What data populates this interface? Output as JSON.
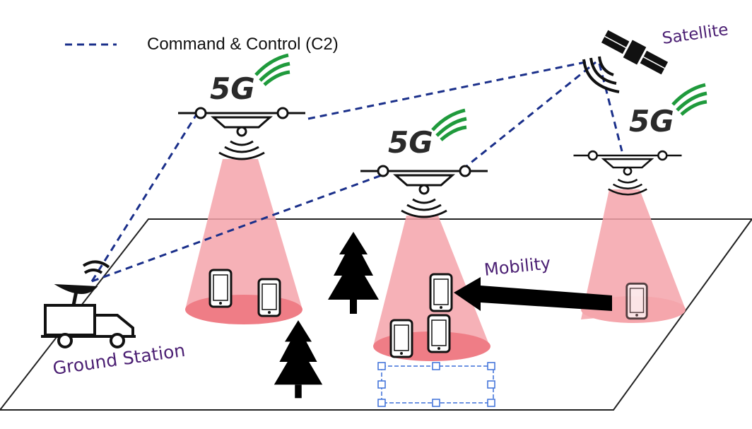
{
  "legend": {
    "c2_label": "Command & Control (C2)",
    "line_color": "#1a2f8a"
  },
  "labels": {
    "satellite": "Satellite",
    "mobility": "Mobility",
    "ground_station": "Ground Station"
  },
  "drones": [
    {
      "badge": "5G"
    },
    {
      "badge": "5G"
    },
    {
      "badge": "5G"
    }
  ],
  "colors": {
    "label_purple": "#4b1f73",
    "beam_pink": "#f4a3aa",
    "ellipse_pink": "#ef7d86",
    "signal_green": "#1f9a3c",
    "icon_black": "#111111",
    "selection_blue": "#3b6fd8"
  },
  "icons": [
    "satellite-icon",
    "ground-station-truck-icon",
    "dish-antenna-icon",
    "drone-icon",
    "smartphone-icon",
    "tree-icon",
    "arrow-left-icon"
  ]
}
